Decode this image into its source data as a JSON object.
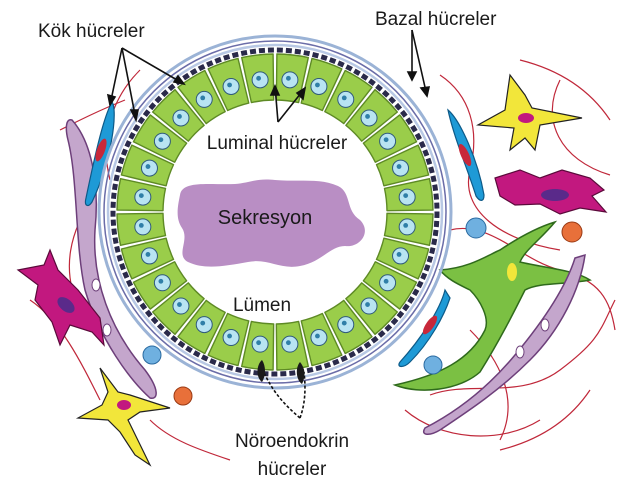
{
  "labels": {
    "stem_cells": "Kök hücreler",
    "basal_cells": "Bazal hücreler",
    "luminal_cells": "Luminal hücreler",
    "secretion": "Sekresyon",
    "lumen": "Lümen",
    "neuroendocrine_line1": "Nöroendokrin",
    "neuroendocrine_line2": "hücreler"
  },
  "colors": {
    "luminal_cell_fill": "#9acd4a",
    "luminal_cell_stroke": "#5e8a25",
    "nucleus_fill": "#b8e4f2",
    "secretion_fill": "#b98ec4",
    "basement_ring": "#9bb3d6",
    "fibroblast_purple": "#c4a6cc",
    "fibroblast_blue": "#1e9ad6",
    "fibroblast_red_nucleus": "#c8283a",
    "magenta_cell": "#c2187f",
    "yellow_cell": "#f2e63a",
    "green_cell": "#7bc043",
    "blue_dot": "#6fb0e0",
    "orange_dot": "#e8703a",
    "fiber_red": "#c0283a"
  }
}
